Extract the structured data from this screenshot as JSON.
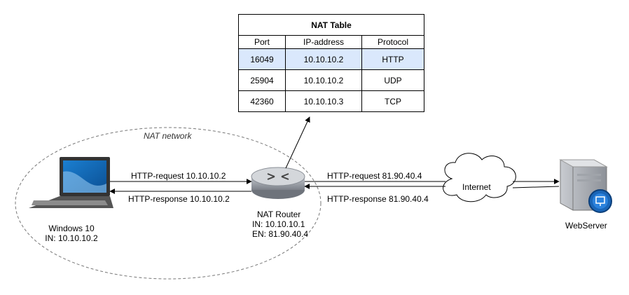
{
  "nat_table": {
    "title": "NAT Table",
    "headers": [
      "Port",
      "IP-address",
      "Protocol"
    ],
    "rows": [
      {
        "port": "16049",
        "ip": "10.10.10.2",
        "protocol": "HTTP",
        "highlighted": true
      },
      {
        "port": "25904",
        "ip": "10.10.10.2",
        "protocol": "UDP",
        "highlighted": false
      },
      {
        "port": "42360",
        "ip": "10.10.10.3",
        "protocol": "TCP",
        "highlighted": false
      }
    ],
    "highlight_color": "#dae8fc"
  },
  "nat_network": {
    "label": "NAT network"
  },
  "laptop": {
    "name": "Windows 10",
    "ip": "IN: 10.10.10.2",
    "icon": "laptop-icon"
  },
  "router": {
    "name": "NAT Router",
    "in_ip": "IN: 10.10.10.1",
    "ext_ip": "EN: 81.90.40.4",
    "icon": "router-icon"
  },
  "internet": {
    "label": "Internet",
    "icon": "cloud-icon"
  },
  "server": {
    "name": "WebServer",
    "icon": "server-icon"
  },
  "links": {
    "lan_request": "HTTP-request 10.10.10.2",
    "lan_response": "HTTP-response 10.10.10.2",
    "wan_request": "HTTP-request 81.90.40.4",
    "wan_response": "HTTP-response 81.90.40.4"
  },
  "colors": {
    "laptop_screen": "#1e6fb8",
    "router_body": "#9a9fa6",
    "server_badge": "#1a66b8"
  }
}
